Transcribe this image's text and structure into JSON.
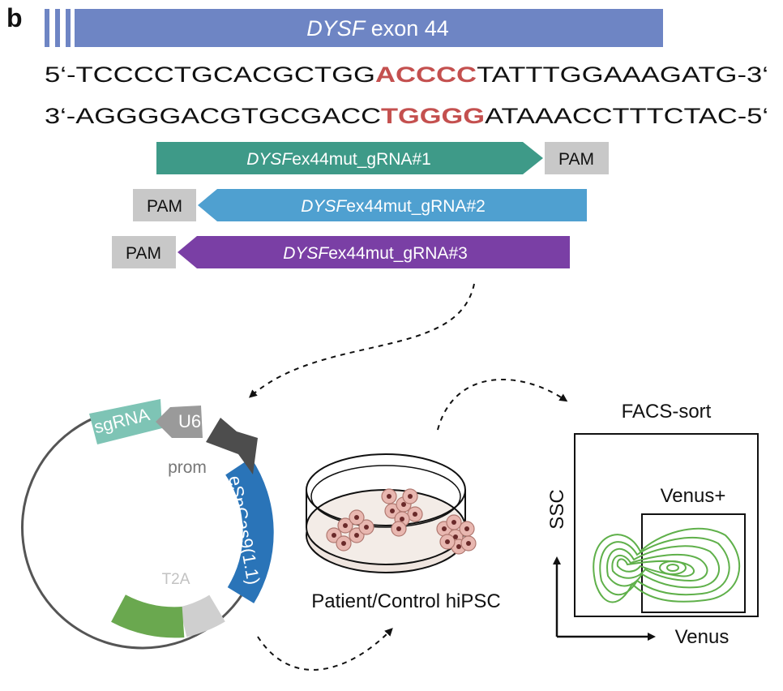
{
  "panel_label": "b",
  "exon_banner": {
    "gene": "DYSF",
    "rest": " exon 44"
  },
  "sequence": {
    "top": {
      "prefix": "5‘-TCCCCTGCACGCTGG",
      "highlight": "ACCCC",
      "suffix": "TATTTGGAAAGATG-3‘"
    },
    "bottom": {
      "prefix": "3‘-AGGGGACGTGCGACC",
      "highlight": "TGGGG",
      "suffix": "ATAAACCTTTCTAC-5‘"
    }
  },
  "grnas": [
    {
      "italic": "DYSF",
      "rest": "ex44mut_gRNA#1",
      "pam": "PAM",
      "color": "#3e9a88"
    },
    {
      "italic": "DYSF",
      "rest": "ex44mut_gRNA#2",
      "pam": "PAM",
      "color": "#4fa0d0"
    },
    {
      "italic": "DYSF",
      "rest": "ex44mut_gRNA#3",
      "pam": "PAM",
      "color": "#7a3fa5"
    }
  ],
  "plasmid": {
    "sgrna": "sgRNA",
    "u6": "U6",
    "prom": "prom",
    "cas9": "eSpCas9(1.1)",
    "t2a": "T2A",
    "colors": {
      "sgrna": "#7ec4b5",
      "u6": "#9a9a9a",
      "prom_arrow": "#4d4d4d",
      "cas9": "#2a74b8",
      "t2a": "#cfcfcf",
      "venus": "#6aa84f"
    }
  },
  "dish_label": "Patient/Control hiPSC",
  "facs": {
    "title": "FACS-sort",
    "gate": "Venus+",
    "y_axis": "SSC",
    "x_axis": "Venus",
    "contour_color": "#5fb04a"
  },
  "colors": {
    "exon_banner": "#6e85c4",
    "highlight": "#c4504f",
    "pam_box": "#c8c8c8"
  }
}
